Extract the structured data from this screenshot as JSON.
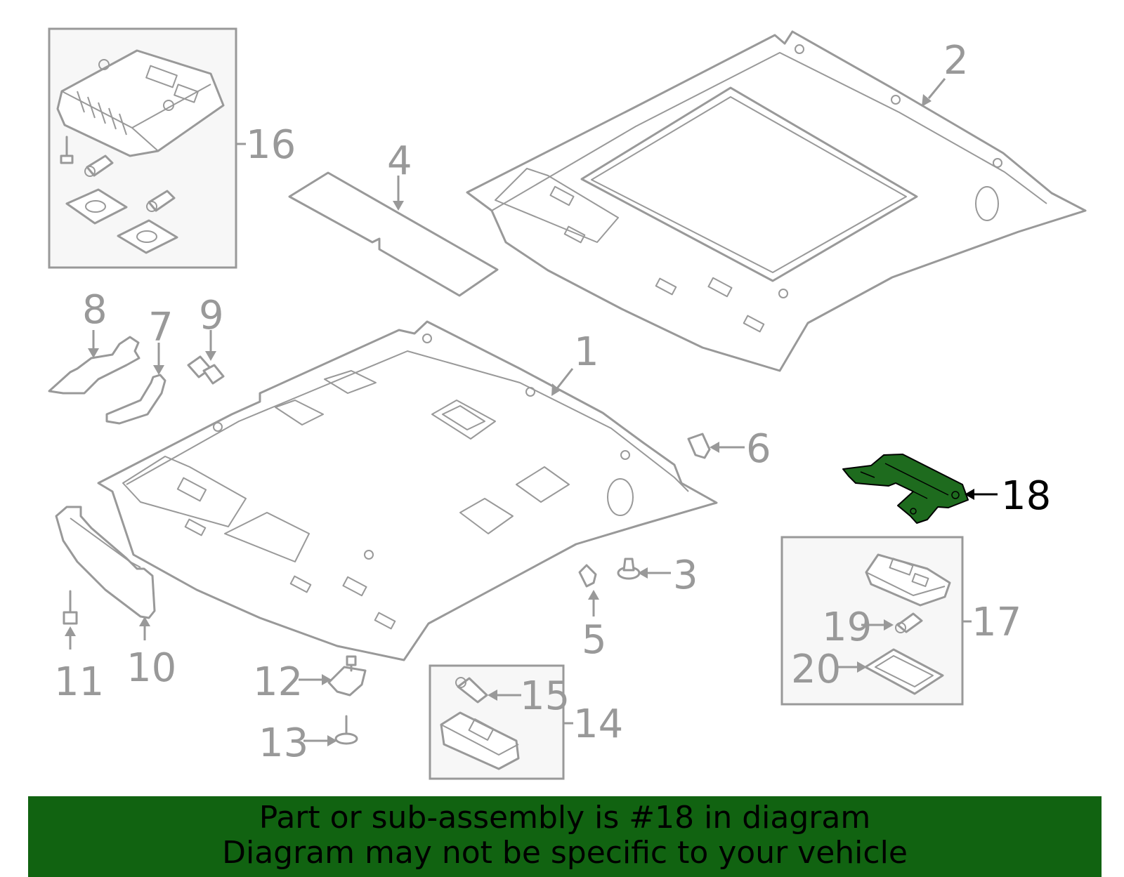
{
  "callouts": {
    "c1": "1",
    "c2": "2",
    "c3": "3",
    "c4": "4",
    "c5": "5",
    "c6": "6",
    "c7": "7",
    "c8": "8",
    "c9": "9",
    "c10": "10",
    "c11": "11",
    "c12": "12",
    "c13": "13",
    "c14": "14",
    "c15": "15",
    "c16": "16",
    "c17": "17",
    "c18": "18",
    "c19": "19",
    "c20": "20"
  },
  "highlight_part": "18",
  "colors": {
    "line": "#999999",
    "highlight_fill": "#1e6b1e",
    "footer_bg": "#116311",
    "box_bg": "#f7f7f7"
  },
  "footer": {
    "line1": "Part or sub-assembly is #18 in diagram",
    "line2": "Diagram may not be specific to your vehicle"
  }
}
